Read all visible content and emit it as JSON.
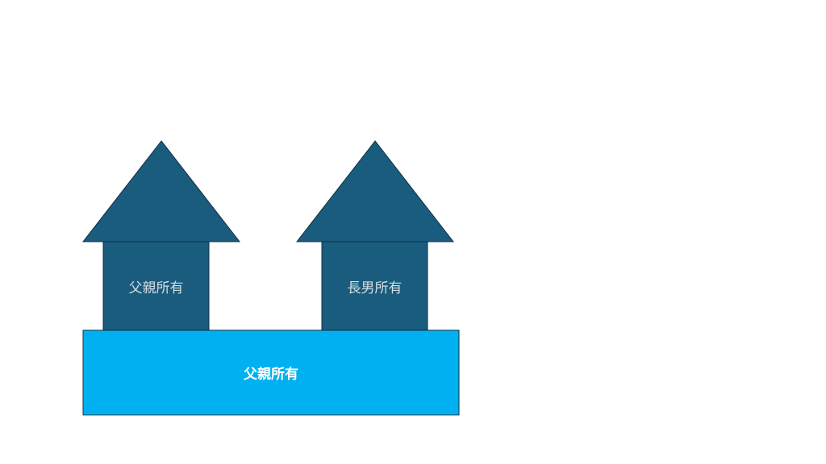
{
  "colors": {
    "building": "#1A5C7E",
    "land": "#00B0F0",
    "outline": "#0F2F44"
  },
  "houses": [
    {
      "label": "父親所有"
    },
    {
      "label": "長男所有"
    }
  ],
  "land": {
    "label": "父親所有"
  }
}
